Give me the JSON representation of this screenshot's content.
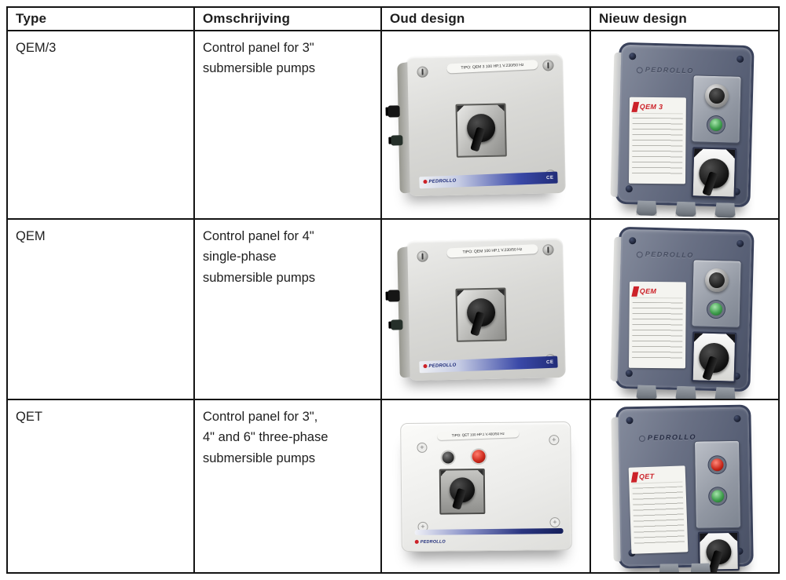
{
  "table": {
    "headers": [
      "Type",
      "Omschrijving",
      "Oud design",
      "Nieuw design"
    ]
  },
  "rows": [
    {
      "type": "QEM/3",
      "description": "Control panel for 3\"\nsubmersible pumps",
      "old_design": {
        "tipo_label": "TIPO: QEM 3 100  HP.1  V.230/50 Hz",
        "brand": "PEDROLLO",
        "ce_mark": "CE"
      },
      "new_design": {
        "brand_embossed": "PEDROLLO",
        "model_label": "QEM 3"
      }
    },
    {
      "type": "QEM",
      "description": "Control panel for 4\"\nsingle-phase\nsubmersible pumps",
      "old_design": {
        "tipo_label": "TIPO: QEM 100  HP.1  V.230/50 Hz",
        "brand": "PEDROLLO",
        "ce_mark": "CE"
      },
      "new_design": {
        "brand_embossed": "PEDROLLO",
        "model_label": "QEM"
      }
    },
    {
      "type": "QET",
      "description": "Control panel for 3\",\n4\" and 6\" three-phase\nsubmersible pumps",
      "old_design": {
        "tipo_label": "TIPO: QET 100  HP.1  V.400/50 Hz",
        "brand": "PEDROLLO"
      },
      "new_design": {
        "brand_embossed": "PEDROLLO",
        "model_label": "QET"
      }
    }
  ],
  "colors": {
    "table_border": "#141414",
    "banner_navy": "#2a3580",
    "navy_box": "#5c647a",
    "logo_red": "#cc2229",
    "led_green": "#3f9e4d",
    "led_red": "#cf2b1e"
  }
}
